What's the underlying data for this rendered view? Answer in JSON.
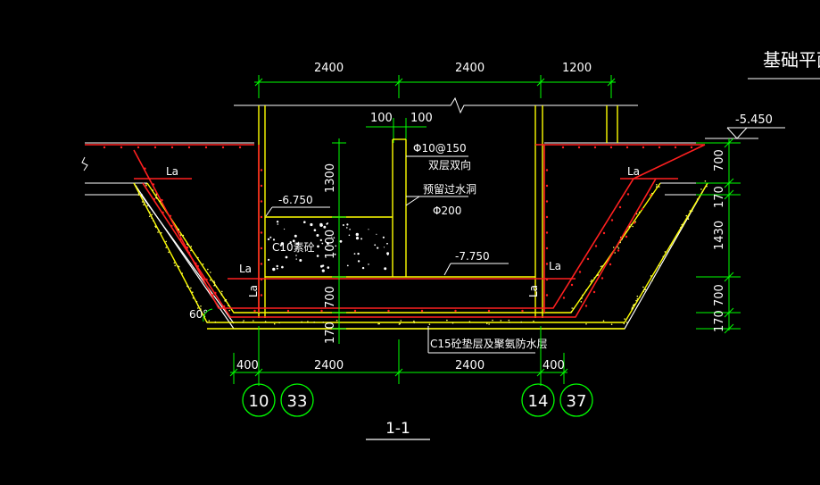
{
  "drawing": {
    "plan_title": "基础平面",
    "section_label": "1-1",
    "colors": {
      "background": "#000000",
      "dimension": "#00ff00",
      "wall": "#ffff00",
      "rebar": "#ff2020",
      "text": "#ffffff",
      "dots": "#ffff66"
    }
  },
  "dims_top": [
    "2400",
    "2400",
    "1200"
  ],
  "dims_100_left": "100",
  "dims_100_right": "100",
  "dims_bottom": [
    "400",
    "2400",
    "2400",
    "400"
  ],
  "dims_left_vertical": [
    "1300",
    "1000",
    "700",
    "170"
  ],
  "dims_right_vertical": [
    "700",
    "170",
    "1430",
    "700",
    "170"
  ],
  "elevations": {
    "top_right": "-5.450",
    "left_mid": "-6.750",
    "center": "-7.750"
  },
  "notes": {
    "rebar_spec": "Φ10@150",
    "rebar_desc": "双层双向",
    "hole_label": "预留过水洞",
    "hole_size": "Φ200",
    "concrete_fill": "C10素砼",
    "bottom_layer": "C15砼垫层及聚氨防水层",
    "angle": "60°"
  },
  "la_labels": [
    "La",
    "La",
    "La",
    "La",
    "La",
    "La"
  ],
  "axis_bubbles": [
    "10",
    "33",
    "14",
    "37"
  ]
}
